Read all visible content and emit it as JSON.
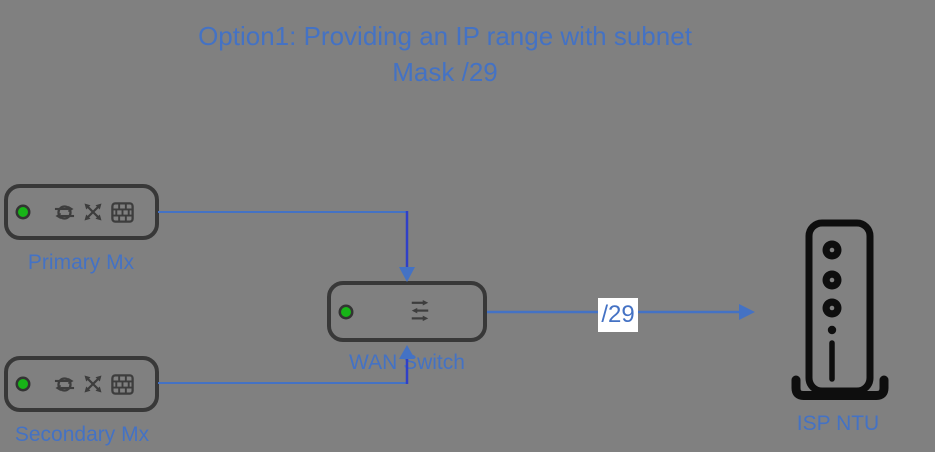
{
  "colors": {
    "background": "#808080",
    "accent_blue": "#4472C4",
    "connector_blue": "#4472C4",
    "connector_vertical_blue": "#3040C8",
    "device_outline": "#383838",
    "icon_dark": "#3d3d3d",
    "tower_black": "#0e0e0e",
    "led_green": "#17B417",
    "link_label_bg": "#ffffff"
  },
  "title": {
    "line1": "Option1: Providing an IP range with subnet",
    "line2": "Mask /29"
  },
  "nodes": {
    "primary_mx": {
      "label": "Primary Mx"
    },
    "secondary_mx": {
      "label": "Secondary Mx"
    },
    "wan_switch": {
      "label": "WAN Switch"
    },
    "isp_ntu": {
      "label": "ISP NTU"
    }
  },
  "links": {
    "switch_to_ntu": {
      "label": "/29"
    }
  },
  "icons": {
    "status-led-icon": "green round LED",
    "router-icon": "circle with right/left through-arrows",
    "crossed-arrows-icon": "two diagonal crossing arrows",
    "firewall-icon": "brick-wall grid in rounded square",
    "switch-arrows-icon": "three alternating horizontal arrows",
    "modem-tower-icon": "vertical NTU tower with ports and stand",
    "arrowhead-icon": "solid triangle arrowhead"
  }
}
